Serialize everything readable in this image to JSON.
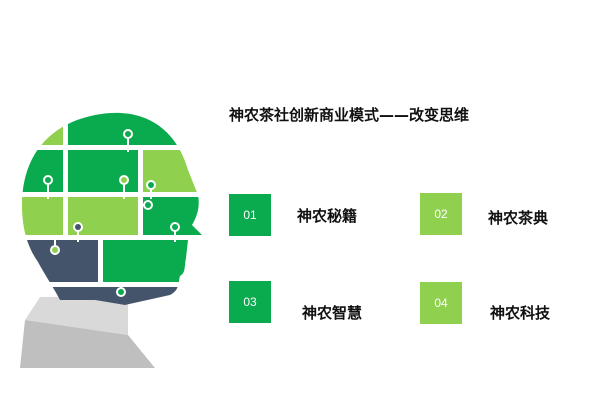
{
  "slide": {
    "title": "神农茶社创新商业模式——改变思维",
    "colors": {
      "dark_green": "#0aaa4e",
      "light_green": "#8fd14f",
      "navy": "#44546a",
      "light_gray": "#d9d9d9",
      "mid_gray": "#bfbfbf"
    },
    "items": [
      {
        "number": "01",
        "label": "神农秘籍",
        "color": "#0aaa4e"
      },
      {
        "number": "02",
        "label": "神农茶典",
        "color": "#8fd14f"
      },
      {
        "number": "03",
        "label": "神农智慧",
        "color": "#0aaa4e"
      },
      {
        "number": "04",
        "label": "神农科技",
        "color": "#8fd14f"
      }
    ],
    "graphic": {
      "icon": "puzzle-head-icon"
    }
  }
}
